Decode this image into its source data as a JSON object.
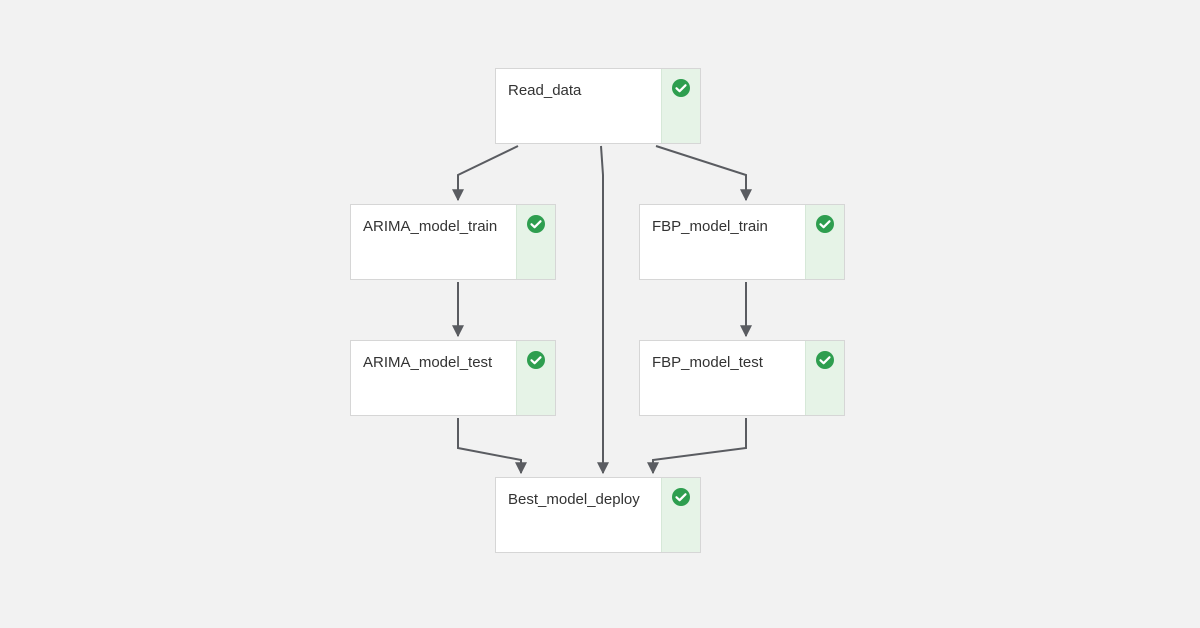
{
  "colors": {
    "background": "#f2f2f2",
    "node_border": "#d6d6d6",
    "status_panel": "#e6f3e7",
    "success": "#2e9e4f",
    "edge": "#5a5c61"
  },
  "pipeline": {
    "nodes": [
      {
        "id": "read_data",
        "label": "Read_data",
        "status": "succeeded",
        "icon": "check-circle-icon"
      },
      {
        "id": "arima_model_train",
        "label": "ARIMA_model_train",
        "status": "succeeded",
        "icon": "check-circle-icon"
      },
      {
        "id": "fbp_model_train",
        "label": "FBP_model_train",
        "status": "succeeded",
        "icon": "check-circle-icon"
      },
      {
        "id": "arima_model_test",
        "label": "ARIMA_model_test",
        "status": "succeeded",
        "icon": "check-circle-icon"
      },
      {
        "id": "fbp_model_test",
        "label": "FBP_model_test",
        "status": "succeeded",
        "icon": "check-circle-icon"
      },
      {
        "id": "best_model_deploy",
        "label": "Best_model_deploy",
        "status": "succeeded",
        "icon": "check-circle-icon"
      }
    ],
    "edges": [
      {
        "from": "read_data",
        "to": "arima_model_train"
      },
      {
        "from": "read_data",
        "to": "best_model_deploy"
      },
      {
        "from": "read_data",
        "to": "fbp_model_train"
      },
      {
        "from": "arima_model_train",
        "to": "arima_model_test"
      },
      {
        "from": "fbp_model_train",
        "to": "fbp_model_test"
      },
      {
        "from": "arima_model_test",
        "to": "best_model_deploy"
      },
      {
        "from": "fbp_model_test",
        "to": "best_model_deploy"
      }
    ]
  }
}
